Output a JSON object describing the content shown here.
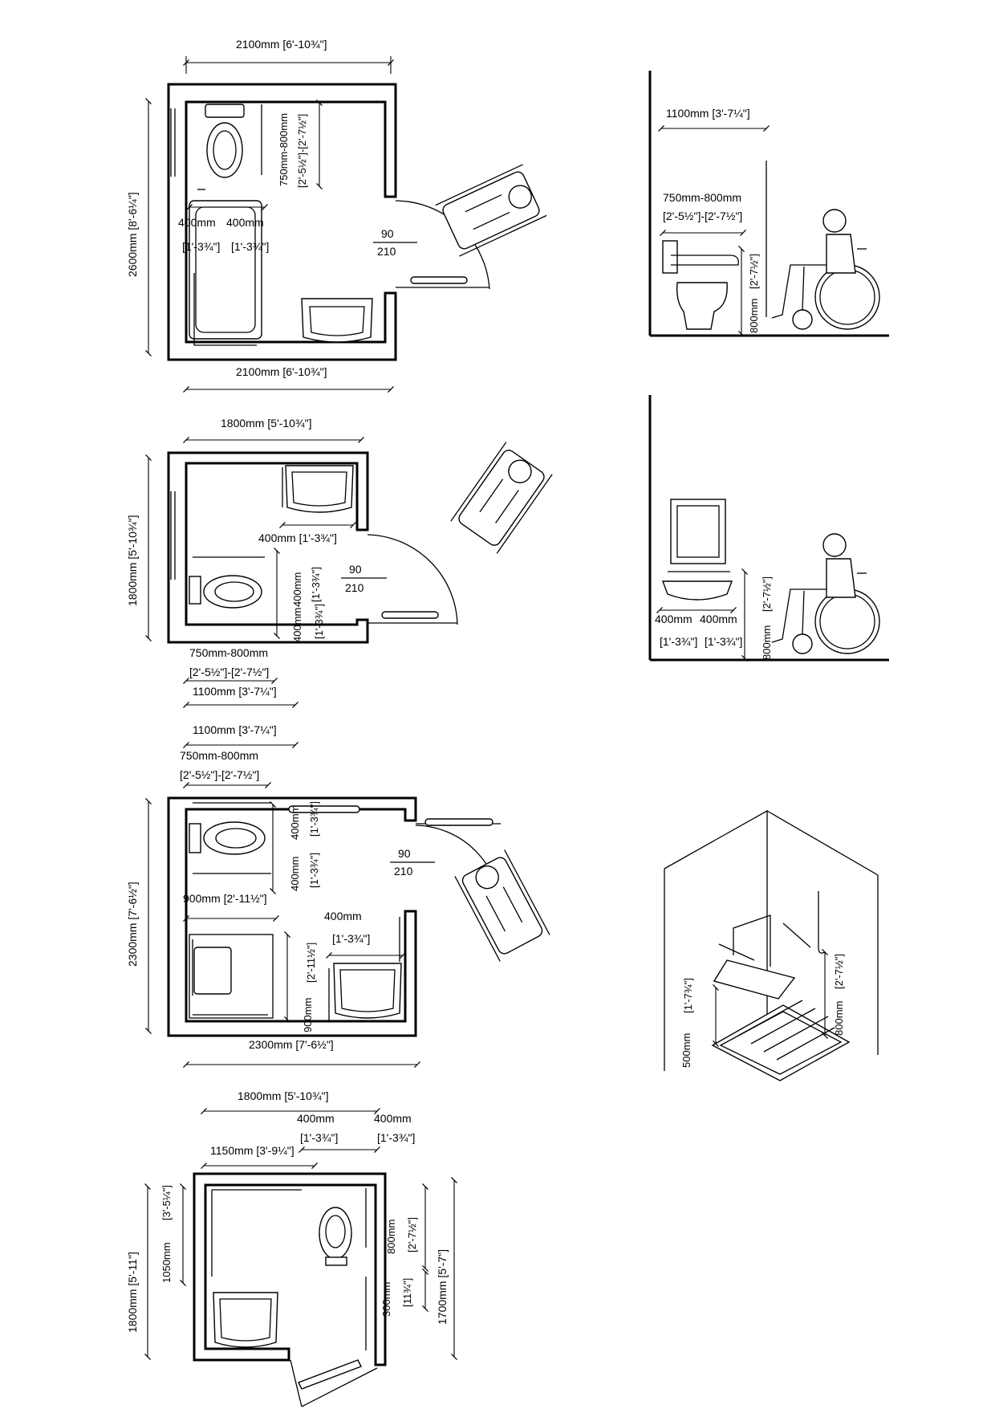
{
  "plan1": {
    "top_width": "2100mm [6'-10¾\"]",
    "bottom_width": "2100mm [6'-10¾\"]",
    "height": "2600mm [8'-6¼\"]",
    "rail_height": "750mm-800mm",
    "rail_height_imperial": "[2'-5½\"]-[2'-7½\"]",
    "offset_a": "400mm",
    "offset_b": "400mm",
    "offset_a_imperial": "[1'-3¾\"]",
    "offset_b_imperial": "[1'-3¾\"]",
    "door_width": "90",
    "door_height": "210"
  },
  "elevation1": {
    "rail_reach": "1100mm [3'-7¼\"]",
    "rail_height": "750mm-800mm",
    "rail_height_imperial": "[2'-5½\"]-[2'-7½\"]",
    "side_height": "800mm",
    "side_height_imperial": "[2'-7½\"]"
  },
  "plan2": {
    "top_width": "1800mm [5'-10¾\"]",
    "height": "1800mm [5'-10¾\"]",
    "basin_offset": "400mm [1'-3¾\"]",
    "toilet_offset_a": "400mm",
    "toilet_offset_a_imperial": "[1'-3¾\"]",
    "toilet_offset_b": "400mm",
    "toilet_offset_b_imperial": "[1'-3¾\"]",
    "rail_height": "750mm-800mm",
    "rail_height_imperial": "[2'-5½\"]-[2'-7½\"]",
    "rail_reach": "1100mm [3'-7¼\"]",
    "door_width": "90",
    "door_height": "210"
  },
  "elevation2": {
    "offset_a": "400mm",
    "offset_b": "400mm",
    "offset_a_imperial": "[1'-3¾\"]",
    "offset_b_imperial": "[1'-3¾\"]",
    "side_height": "800mm",
    "side_height_imperial": "[2'-7½\"]"
  },
  "plan3": {
    "rail_reach": "1100mm [3'-7¼\"]",
    "rail_height": "750mm-800mm",
    "rail_height_imperial": "[2'-5½\"]-[2'-7½\"]",
    "height": "2300mm [7'-6½\"]",
    "bottom_width": "2300mm [7'-6½\"]",
    "toilet_offset_a": "400mm",
    "toilet_offset_a_imperial": "[1'-3¾\"]",
    "toilet_offset_b": "400mm",
    "toilet_offset_b_imperial": "[1'-3¾\"]",
    "shower_width": "900mm [2'-11½\"]",
    "shower_depth": "900mm",
    "shower_depth_imperial": "[2'-11½\"]",
    "basin_offset": "400mm",
    "basin_offset_imperial": "[1'-3¾\"]",
    "door_width": "90",
    "door_height": "210"
  },
  "shower_iso": {
    "seat_height": "500mm",
    "seat_height_imperial": "[1'-7¾\"]",
    "rail_height": "800mm",
    "rail_height_imperial": "[2'-7½\"]"
  },
  "plan4": {
    "top_width": "1800mm [5'-10¾\"]",
    "offset_a": "400mm",
    "offset_a_imperial": "[1'-3¾\"]",
    "offset_b": "400mm",
    "offset_b_imperial": "[1'-3¾\"]",
    "rail_length": "1150mm [3'-9¼\"]",
    "rail_vertical": "1050mm",
    "rail_vertical_imperial": "[3'-5¼\"]",
    "height_left": "1800mm [5'-11\"]",
    "toilet_height": "800mm",
    "toilet_height_imperial": "[2'-7½\"]",
    "toilet_offset": "300mm",
    "toilet_offset_imperial": "[11¾\"]",
    "height_right": "1700mm [5'-7\"]"
  }
}
